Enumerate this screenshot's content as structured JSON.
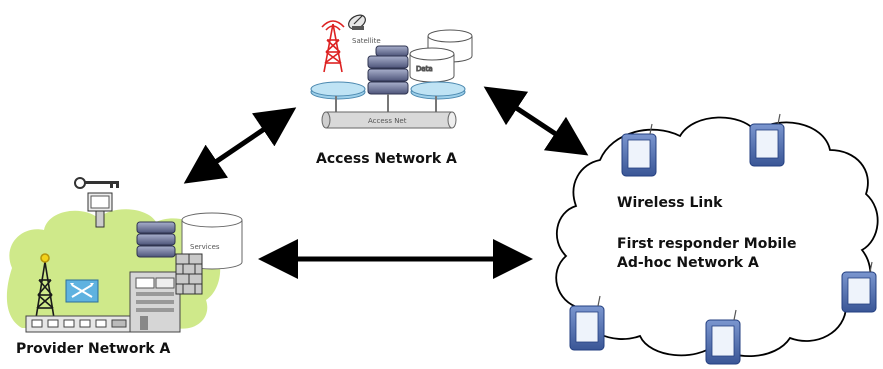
{
  "diagram": {
    "access_network": {
      "label": "Access Network A",
      "satellite_label": "Satellite",
      "data_label": "Data",
      "backbone_label": "Access Net"
    },
    "provider_network": {
      "label": "Provider Network A",
      "services_label": "Services"
    },
    "manet": {
      "link_label": "Wireless Link",
      "title_line1": "First responder Mobile",
      "title_line2": "Ad-hoc Network A"
    },
    "colors": {
      "arrow": "#000000",
      "provider_cloud": "#cfe98a",
      "router": "#9ed0ea",
      "server": "#7f86a8",
      "device": "#5a79b6"
    },
    "icons": [
      "antenna-tower-icon",
      "satellite-dish-icon",
      "server-stack-icon",
      "database-icon",
      "router-icon",
      "key-icon",
      "firewall-icon",
      "mobile-device-icon"
    ]
  }
}
